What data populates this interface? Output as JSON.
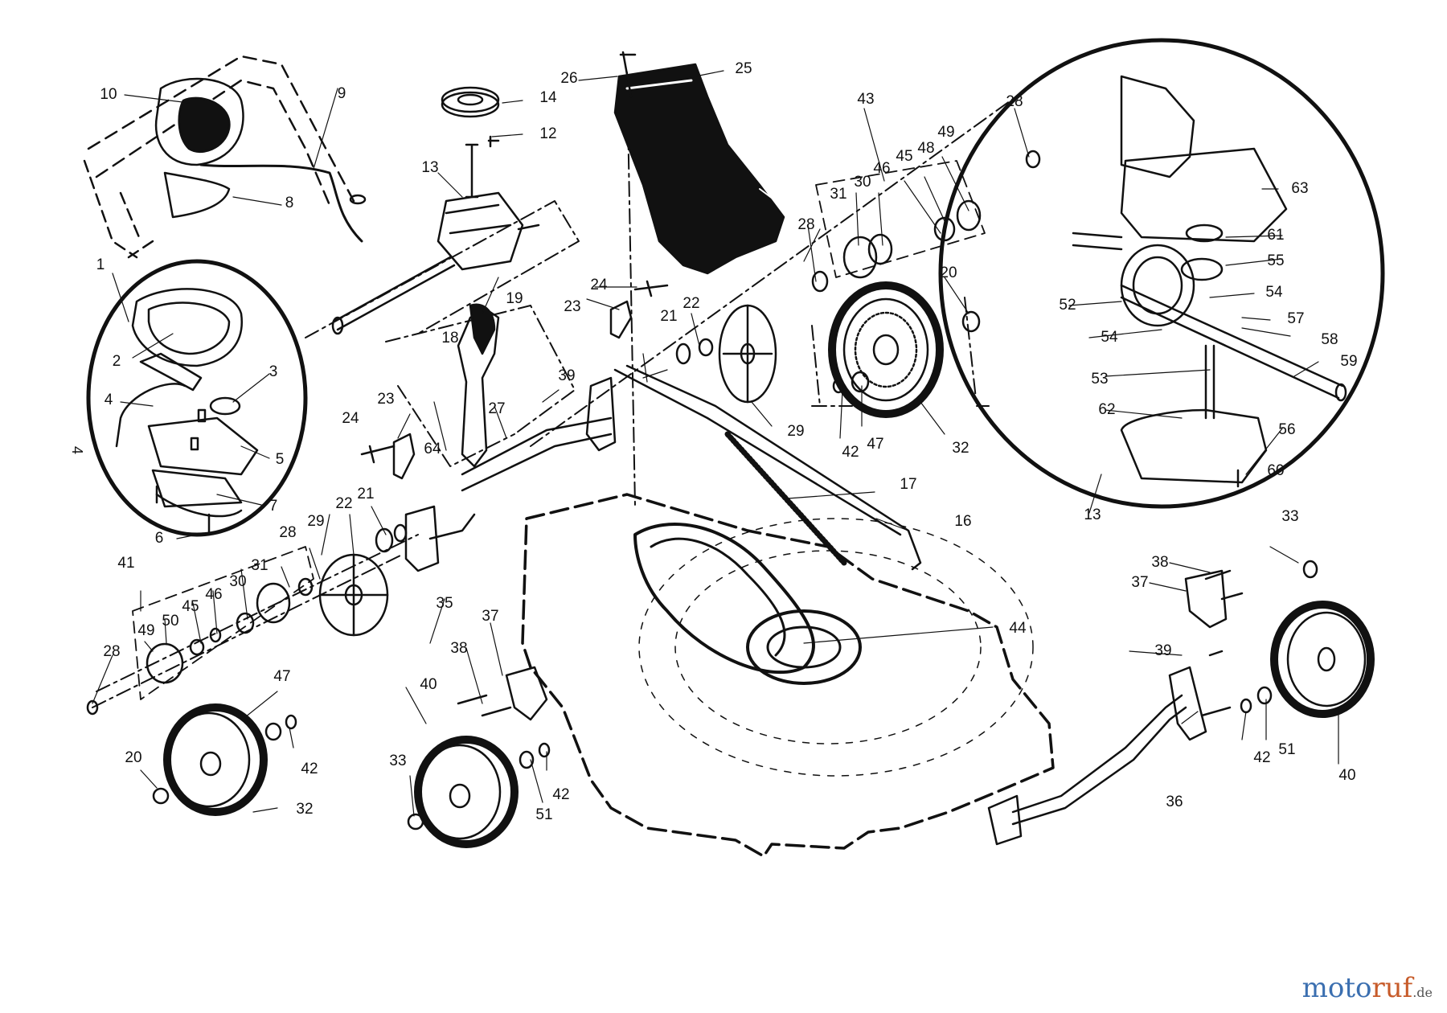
{
  "diagram": {
    "side_label": "4",
    "callouts": [
      {
        "id": "c10",
        "text": "10"
      },
      {
        "id": "c9",
        "text": "9"
      },
      {
        "id": "c8",
        "text": "8"
      },
      {
        "id": "c1",
        "text": "1"
      },
      {
        "id": "c2",
        "text": "2"
      },
      {
        "id": "c3",
        "text": "3"
      },
      {
        "id": "c4",
        "text": "4"
      },
      {
        "id": "c5",
        "text": "5"
      },
      {
        "id": "c7",
        "text": "7"
      },
      {
        "id": "c6",
        "text": "6"
      },
      {
        "id": "c13a",
        "text": "13"
      },
      {
        "id": "c14",
        "text": "14"
      },
      {
        "id": "c12",
        "text": "12"
      },
      {
        "id": "c26",
        "text": "26"
      },
      {
        "id": "c25",
        "text": "25"
      },
      {
        "id": "c43",
        "text": "43"
      },
      {
        "id": "c28a",
        "text": "28"
      },
      {
        "id": "c31a",
        "text": "31"
      },
      {
        "id": "c30a",
        "text": "30"
      },
      {
        "id": "c46a",
        "text": "46"
      },
      {
        "id": "c45a",
        "text": "45"
      },
      {
        "id": "c48",
        "text": "48"
      },
      {
        "id": "c49a",
        "text": "49"
      },
      {
        "id": "c28b",
        "text": "28"
      },
      {
        "id": "c20a",
        "text": "20"
      },
      {
        "id": "c19",
        "text": "19"
      },
      {
        "id": "c24a",
        "text": "24"
      },
      {
        "id": "c23a",
        "text": "23"
      },
      {
        "id": "c22a",
        "text": "22"
      },
      {
        "id": "c21a",
        "text": "21"
      },
      {
        "id": "c18",
        "text": "18"
      },
      {
        "id": "c39a",
        "text": "39"
      },
      {
        "id": "c27",
        "text": "27"
      },
      {
        "id": "c29a",
        "text": "29"
      },
      {
        "id": "c42a",
        "text": "42"
      },
      {
        "id": "c47a",
        "text": "47"
      },
      {
        "id": "c32a",
        "text": "32"
      },
      {
        "id": "c24b",
        "text": "24"
      },
      {
        "id": "c23b",
        "text": "23"
      },
      {
        "id": "c64",
        "text": "64"
      },
      {
        "id": "c17",
        "text": "17"
      },
      {
        "id": "c16",
        "text": "16"
      },
      {
        "id": "c22b",
        "text": "22"
      },
      {
        "id": "c21b",
        "text": "21"
      },
      {
        "id": "c29b",
        "text": "29"
      },
      {
        "id": "c28c",
        "text": "28"
      },
      {
        "id": "c31b",
        "text": "31"
      },
      {
        "id": "c30b",
        "text": "30"
      },
      {
        "id": "c46b",
        "text": "46"
      },
      {
        "id": "c45b",
        "text": "45"
      },
      {
        "id": "c50",
        "text": "50"
      },
      {
        "id": "c49b",
        "text": "49"
      },
      {
        "id": "c41",
        "text": "41"
      },
      {
        "id": "c28d",
        "text": "28"
      },
      {
        "id": "c35",
        "text": "35"
      },
      {
        "id": "c37a",
        "text": "37"
      },
      {
        "id": "c38a",
        "text": "38"
      },
      {
        "id": "c40a",
        "text": "40"
      },
      {
        "id": "c44",
        "text": "44"
      },
      {
        "id": "c47b",
        "text": "47"
      },
      {
        "id": "c42b",
        "text": "42"
      },
      {
        "id": "c20b",
        "text": "20"
      },
      {
        "id": "c32b",
        "text": "32"
      },
      {
        "id": "c33a",
        "text": "33"
      },
      {
        "id": "c51a",
        "text": "51"
      },
      {
        "id": "c42c",
        "text": "42"
      },
      {
        "id": "c38b",
        "text": "38"
      },
      {
        "id": "c37b",
        "text": "37"
      },
      {
        "id": "c39b",
        "text": "39"
      },
      {
        "id": "c33b",
        "text": "33"
      },
      {
        "id": "c42d",
        "text": "42"
      },
      {
        "id": "c51b",
        "text": "51"
      },
      {
        "id": "c40b",
        "text": "40"
      },
      {
        "id": "c36",
        "text": "36"
      },
      {
        "id": "c63",
        "text": "63"
      },
      {
        "id": "c61",
        "text": "61"
      },
      {
        "id": "c55",
        "text": "55"
      },
      {
        "id": "c54a",
        "text": "54"
      },
      {
        "id": "c52",
        "text": "52"
      },
      {
        "id": "c54b",
        "text": "54"
      },
      {
        "id": "c57",
        "text": "57"
      },
      {
        "id": "c58",
        "text": "58"
      },
      {
        "id": "c53",
        "text": "53"
      },
      {
        "id": "c59",
        "text": "59"
      },
      {
        "id": "c62",
        "text": "62"
      },
      {
        "id": "c56",
        "text": "56"
      },
      {
        "id": "c60",
        "text": "60"
      },
      {
        "id": "c13b",
        "text": "13"
      }
    ]
  },
  "watermark": {
    "part1": "moto",
    "part2": "ruf",
    "part3": ".de"
  }
}
